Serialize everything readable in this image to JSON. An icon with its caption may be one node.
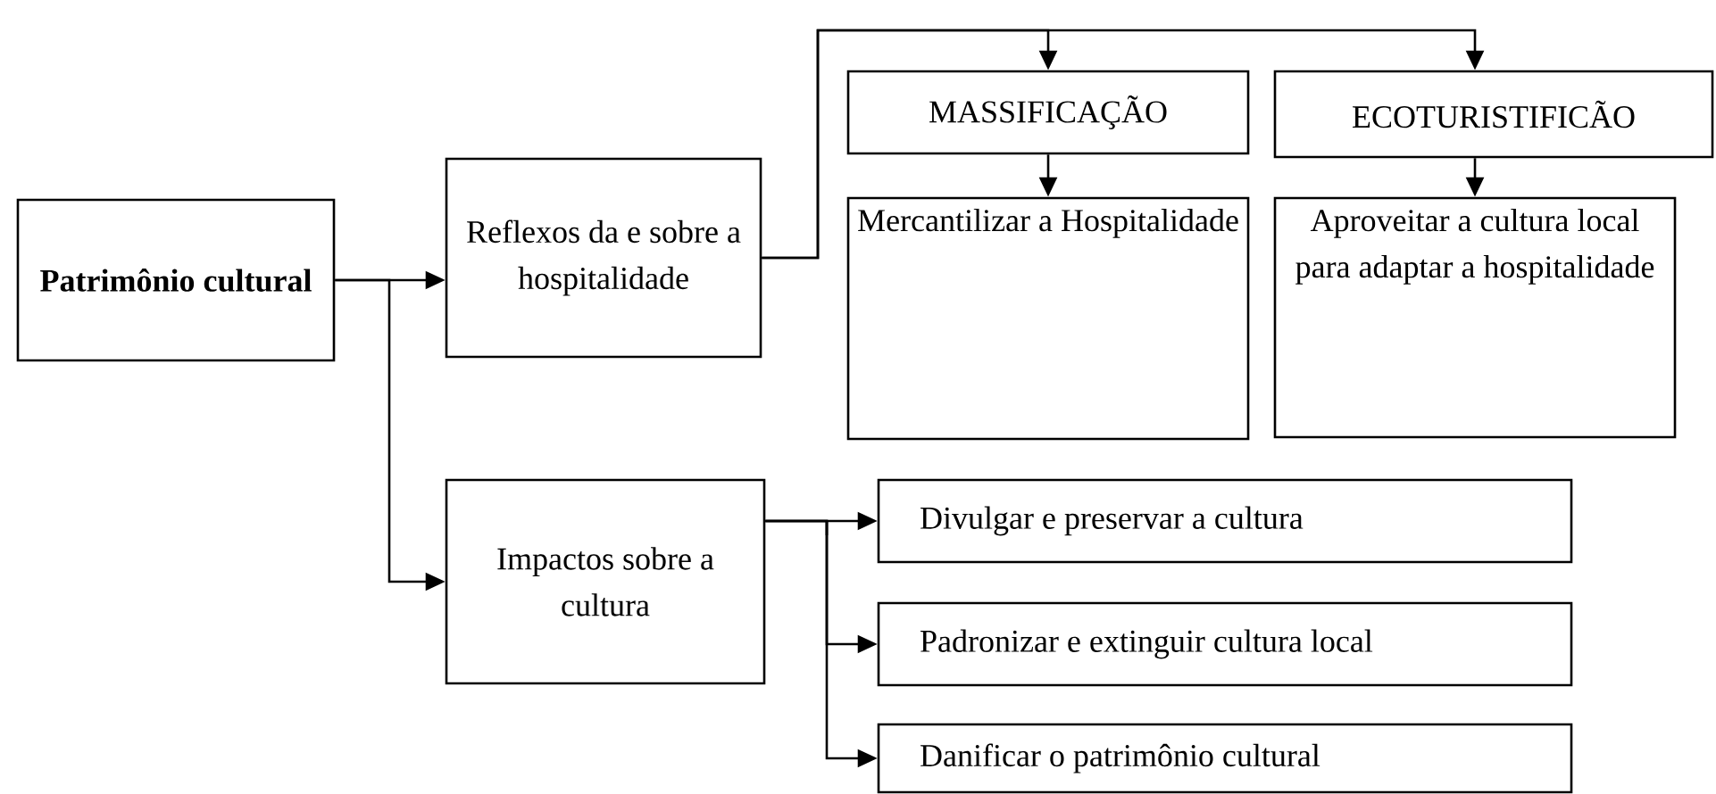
{
  "diagram": {
    "nodes": [
      {
        "text": [
          "Patrimônio cultural"
        ]
      },
      {
        "text": [
          "Reflexos da e sobre a hospitalidade"
        ]
      },
      {
        "text": [
          "MASSIFICAÇÃO"
        ]
      },
      {
        "text": [
          "Mercantilizar a Hospitalidade"
        ]
      },
      {
        "text": [
          "ECOTURISTIFICÃO"
        ]
      },
      {
        "text": [
          "Aproveitar a cultura local para adaptar a hospitalidade"
        ]
      },
      {
        "text": [
          "Impactos sobre a cultura"
        ]
      },
      {
        "text": [
          "Divulgar e preservar a cultura"
        ]
      },
      {
        "text": [
          "Padronizar e extinguir cultura local"
        ]
      },
      {
        "text": [
          "Danificar o patrimônio cultural"
        ]
      }
    ],
    "edges": [
      {
        "from": 0,
        "to": 1,
        "arrow": "to"
      },
      {
        "from": 0,
        "to": 6,
        "arrow": "to"
      },
      {
        "from": 1,
        "to": 2,
        "arrow": "to"
      },
      {
        "from": 1,
        "to": 4,
        "arrow": "to"
      },
      {
        "from": 2,
        "to": 3,
        "arrow": "to"
      },
      {
        "from": 4,
        "to": 5,
        "arrow": "to"
      },
      {
        "from": 6,
        "to": 7,
        "arrow": "to"
      },
      {
        "from": 6,
        "to": 8,
        "arrow": "to"
      },
      {
        "from": 6,
        "to": 9,
        "arrow": "to"
      }
    ]
  }
}
